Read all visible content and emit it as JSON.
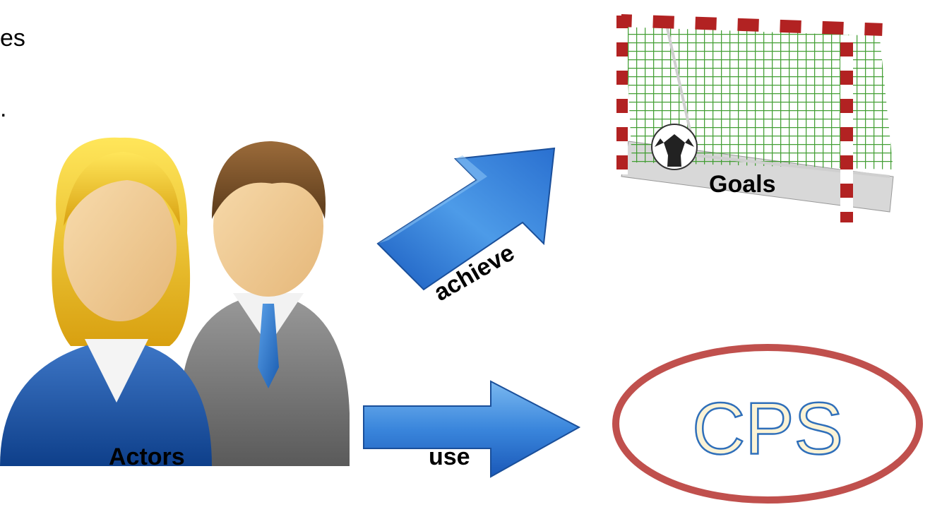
{
  "fragments": {
    "line1": "es",
    "line2": "."
  },
  "labels": {
    "actors": "Actors",
    "goals": "Goals",
    "achieve": "achieve",
    "use": "use",
    "cps": "CPS"
  },
  "colors": {
    "arrow_blue": "#2f7fd6",
    "ellipse_red": "#c0504d",
    "net_green": "#3a9a2a",
    "post_red": "#b22222"
  },
  "icons": {
    "actors": "business-people-icon",
    "goal": "soccer-goal-icon"
  }
}
